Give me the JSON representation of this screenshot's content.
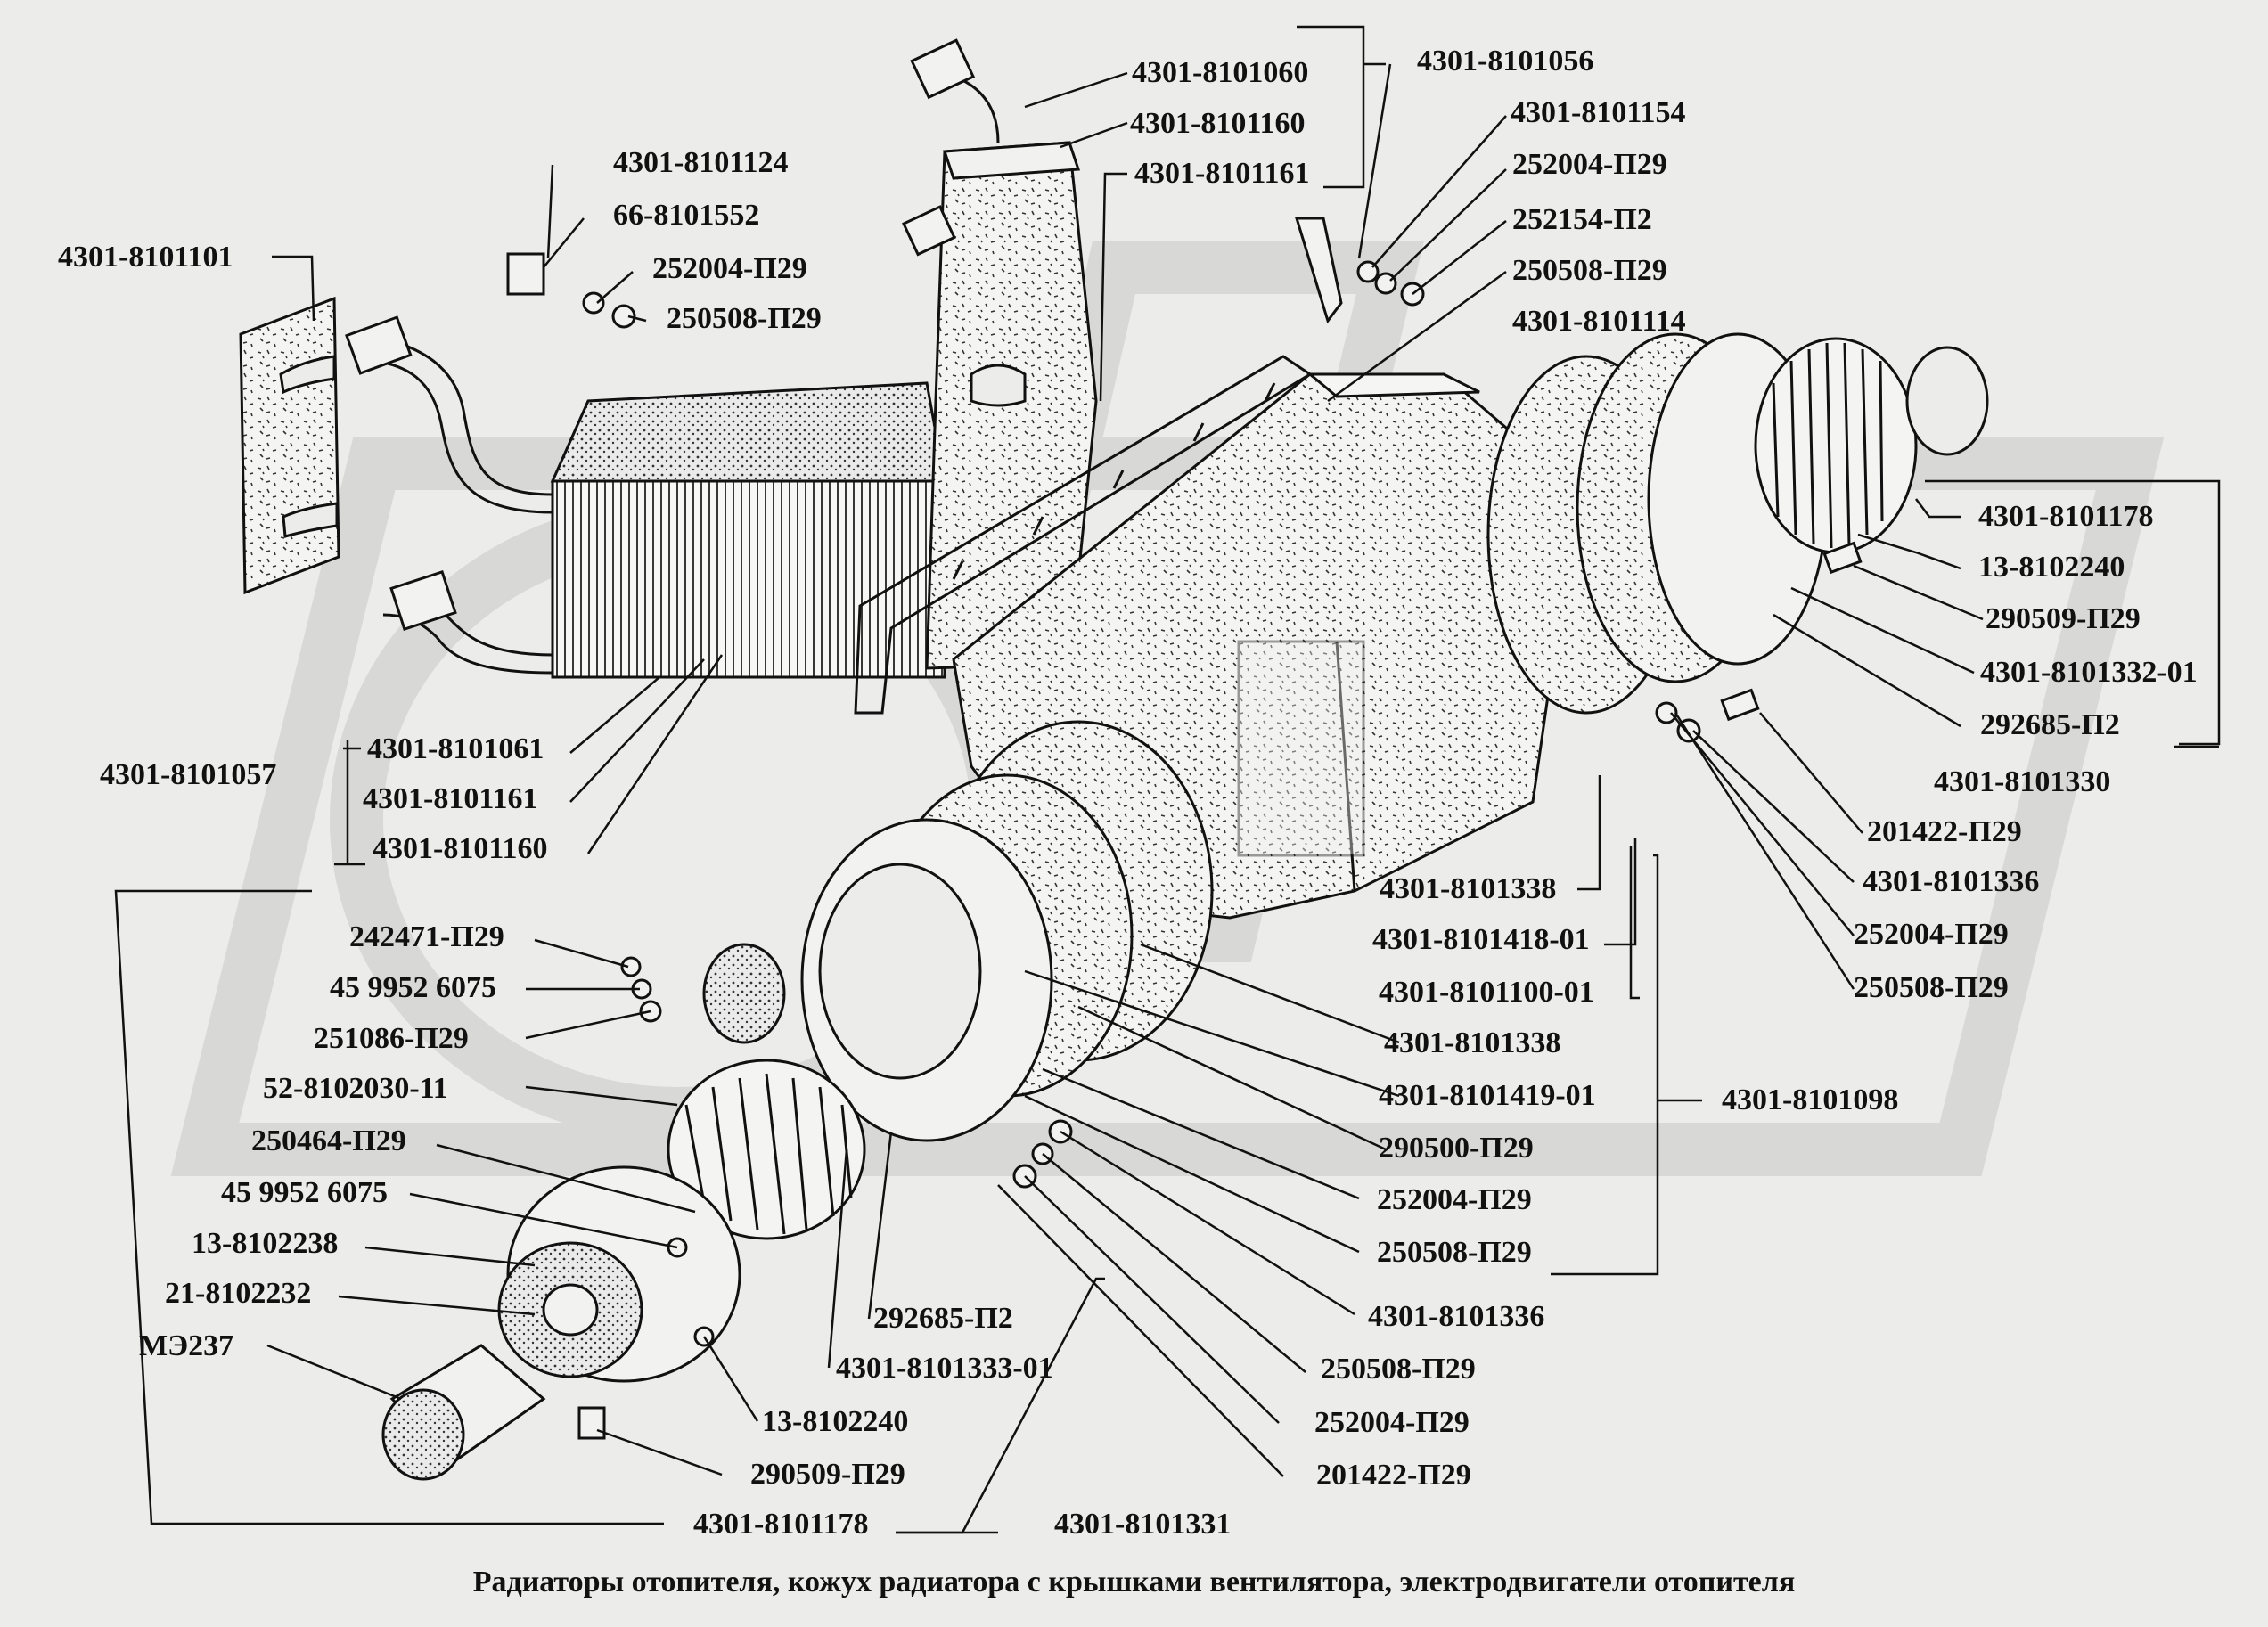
{
  "caption": "Радиаторы отопителя, кожух радиатора с крышками вентилятора, электродвигатели отопителя",
  "labels": [
    {
      "id": "p01",
      "text": "4301-8101060"
    },
    {
      "id": "p02",
      "text": "4301-8101056"
    },
    {
      "id": "p03",
      "text": "4301-8101160"
    },
    {
      "id": "p04",
      "text": "4301-8101161"
    },
    {
      "id": "p05",
      "text": "4301-8101154"
    },
    {
      "id": "p06",
      "text": "4301-8101124"
    },
    {
      "id": "p07",
      "text": "252004-П29"
    },
    {
      "id": "p08",
      "text": "66-8101552"
    },
    {
      "id": "p09",
      "text": "252154-П2"
    },
    {
      "id": "p10",
      "text": "4301-8101101"
    },
    {
      "id": "p11",
      "text": "252004-П29"
    },
    {
      "id": "p12",
      "text": "250508-П29"
    },
    {
      "id": "p13",
      "text": "250508-П29"
    },
    {
      "id": "p14",
      "text": "4301-8101114"
    },
    {
      "id": "p15",
      "text": "4301-8101178"
    },
    {
      "id": "p16",
      "text": "13-8102240"
    },
    {
      "id": "p17",
      "text": "290509-П29"
    },
    {
      "id": "p18",
      "text": "4301-8101332-01"
    },
    {
      "id": "p19",
      "text": "292685-П2"
    },
    {
      "id": "p20",
      "text": "4301-8101061"
    },
    {
      "id": "p21",
      "text": "4301-8101330"
    },
    {
      "id": "p22",
      "text": "4301-8101057"
    },
    {
      "id": "p23",
      "text": "4301-8101161"
    },
    {
      "id": "p24",
      "text": "201422-П29"
    },
    {
      "id": "p25",
      "text": "4301-8101160"
    },
    {
      "id": "p26",
      "text": "4301-8101336"
    },
    {
      "id": "p27",
      "text": "4301-8101338"
    },
    {
      "id": "p28",
      "text": "242471-П29"
    },
    {
      "id": "p29",
      "text": "252004-П29"
    },
    {
      "id": "p30",
      "text": "4301-8101418-01"
    },
    {
      "id": "p31",
      "text": "45 9952 6075"
    },
    {
      "id": "p32",
      "text": "250508-П29"
    },
    {
      "id": "p33",
      "text": "4301-8101100-01"
    },
    {
      "id": "p34",
      "text": "251086-П29"
    },
    {
      "id": "p35",
      "text": "4301-8101338"
    },
    {
      "id": "p36",
      "text": "52-8102030-11"
    },
    {
      "id": "p37",
      "text": "4301-8101419-01"
    },
    {
      "id": "p38",
      "text": "4301-8101098"
    },
    {
      "id": "p39",
      "text": "250464-П29"
    },
    {
      "id": "p40",
      "text": "290500-П29"
    },
    {
      "id": "p41",
      "text": "45 9952 6075"
    },
    {
      "id": "p42",
      "text": "252004-П29"
    },
    {
      "id": "p43",
      "text": "13-8102238"
    },
    {
      "id": "p44",
      "text": "250508-П29"
    },
    {
      "id": "p45",
      "text": "21-8102232"
    },
    {
      "id": "p46",
      "text": "4301-8101336"
    },
    {
      "id": "p47",
      "text": "292685-П2"
    },
    {
      "id": "p48",
      "text": "МЭ237"
    },
    {
      "id": "p49",
      "text": "4301-8101333-01"
    },
    {
      "id": "p50",
      "text": "250508-П29"
    },
    {
      "id": "p51",
      "text": "13-8102240"
    },
    {
      "id": "p52",
      "text": "252004-П29"
    },
    {
      "id": "p53",
      "text": "290509-П29"
    },
    {
      "id": "p54",
      "text": "201422-П29"
    },
    {
      "id": "p55",
      "text": "4301-8101178"
    },
    {
      "id": "p56",
      "text": "4301-8101331"
    }
  ]
}
